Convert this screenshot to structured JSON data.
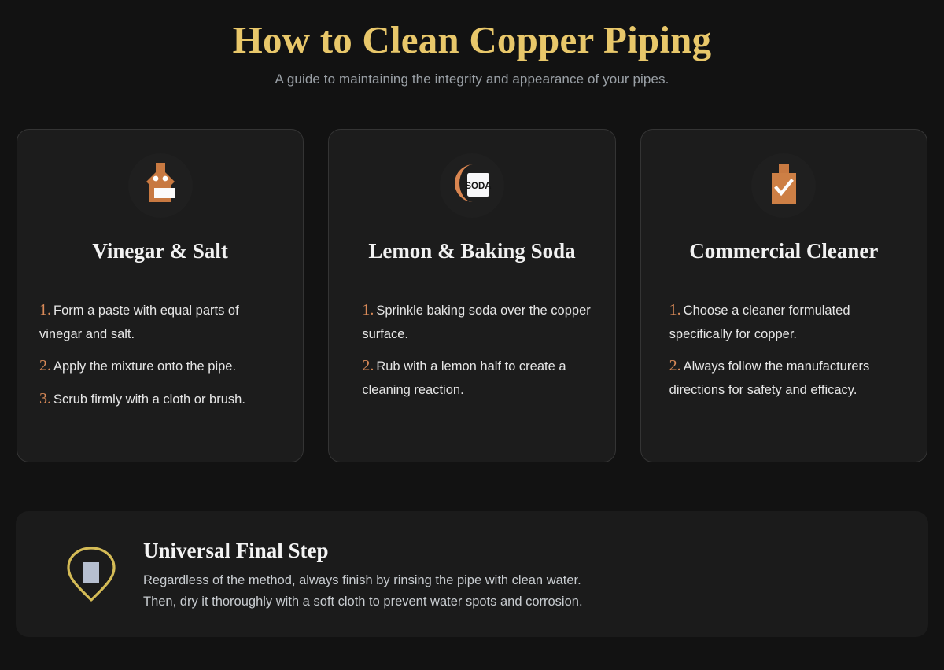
{
  "header": {
    "title": "How to Clean Copper Piping",
    "subtitle": "A guide to maintaining the integrity and appearance of your pipes."
  },
  "theme": {
    "background": "#121212",
    "card_background": "#1c1c1c",
    "card_border": "#343434",
    "title_gold": "#e8c76a",
    "copper_accent": "#d98a58",
    "copper_icon": "#c87941",
    "subtitle_gray": "#9aa0a6",
    "body_text": "#e6e6e6",
    "droplet_gold": "#d4bb56",
    "droplet_inner": "#b6bfd0"
  },
  "cards": [
    {
      "icon_name": "vinegar-salt-bottle-icon",
      "title": "Vinegar & Salt",
      "steps": [
        {
          "num": "1.",
          "text": "Form a paste with equal parts of vinegar and salt."
        },
        {
          "num": "2.",
          "text": "Apply the mixture onto the pipe."
        },
        {
          "num": "3.",
          "text": "Scrub firmly with a cloth or brush."
        }
      ]
    },
    {
      "icon_name": "lemon-baking-soda-icon",
      "icon_label": "SODA",
      "title": "Lemon & Baking Soda",
      "steps": [
        {
          "num": "1.",
          "text": "Sprinkle baking soda over the copper surface."
        },
        {
          "num": "2.",
          "text": "Rub with a lemon half to create a cleaning reaction."
        }
      ]
    },
    {
      "icon_name": "commercial-cleaner-bottle-icon",
      "title": "Commercial Cleaner",
      "steps": [
        {
          "num": "1.",
          "text": "Choose a cleaner formulated specifically for copper."
        },
        {
          "num": "2.",
          "text": "Always follow the manufacturers directions for safety and efficacy."
        }
      ]
    }
  ],
  "final_step": {
    "icon_name": "water-droplet-icon",
    "title": "Universal Final Step",
    "line1": "Regardless of the method, always finish by rinsing the pipe with clean water.",
    "line2": "Then, dry it thoroughly with a soft cloth to prevent water spots and corrosion."
  }
}
